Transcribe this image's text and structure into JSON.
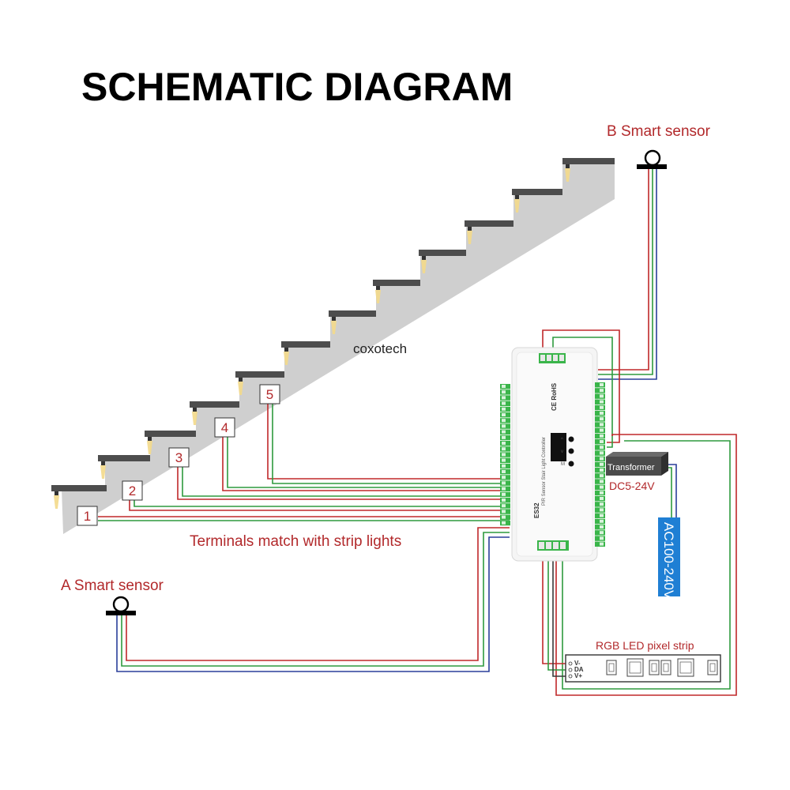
{
  "title": "SCHEMATIC DIAGRAM",
  "watermark": "coxotech",
  "sensors": {
    "a_label": "A Smart sensor",
    "b_label": "B Smart sensor"
  },
  "terminals_caption": "Terminals match with strip lights",
  "step_numbers": [
    "1",
    "2",
    "3",
    "4",
    "5"
  ],
  "controller": {
    "model": "ES32",
    "product_name": "PIR Sensor Stair Light Controller",
    "certifications": "CE RoHS",
    "buttons": [
      "^",
      "v",
      "M"
    ]
  },
  "transformer": {
    "label": "Transformer",
    "output": "DC5-24V"
  },
  "mains": "AC100-240V",
  "led_strip": {
    "label": "RGB LED pixel strip",
    "pins": [
      "V-",
      "DA",
      "V+"
    ]
  },
  "colors": {
    "wire_red": "#c0282a",
    "wire_green": "#2e9a3e",
    "wire_blue": "#2a3f9a",
    "wire_dark": "#3a3a3a",
    "stair_fill": "#cfcfcf",
    "tread": "#4d4d4d",
    "terminal_green": "#3ab54a",
    "ac_blue": "#1f7fd4",
    "transformer": "#4b4b4b"
  },
  "icons": [
    "sensor-icon",
    "step-light-icon",
    "terminal-block-icon",
    "button-icon",
    "led-chip-icon"
  ]
}
